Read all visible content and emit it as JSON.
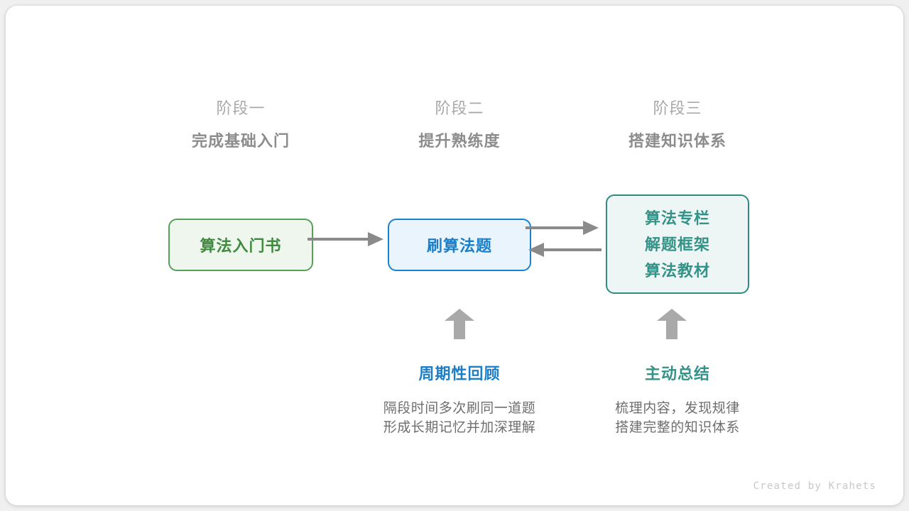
{
  "canvas": {
    "background": "#ffffff",
    "page_background": "#f0f0f0"
  },
  "stages": [
    {
      "number": "阶段一",
      "title": "完成基础入门"
    },
    {
      "number": "阶段二",
      "title": "提升熟练度"
    },
    {
      "number": "阶段三",
      "title": "搭建知识体系"
    }
  ],
  "boxes": {
    "green": {
      "label": "算法入门书",
      "border_color": "#57a057",
      "fill_color": "#eef6ee",
      "text_color": "#3f8a3f"
    },
    "blue": {
      "label": "刷算法题",
      "border_color": "#1a80d0",
      "fill_color": "#e9f4fc",
      "text_color": "#1a7ec8"
    },
    "teal": {
      "lines": [
        "算法专栏",
        "解题框架",
        "算法教材"
      ],
      "border_color": "#2e8b80",
      "fill_color": "#edf6f4",
      "text_color": "#339389"
    }
  },
  "arrows": {
    "color": "#8a8a8a",
    "items": [
      {
        "name": "green-to-blue",
        "direction": "right"
      },
      {
        "name": "blue-to-teal",
        "direction": "right"
      },
      {
        "name": "teal-to-blue",
        "direction": "left"
      },
      {
        "name": "review-up",
        "direction": "up"
      },
      {
        "name": "summary-up",
        "direction": "up"
      }
    ]
  },
  "notes": [
    {
      "title": "周期性回顾",
      "title_color": "#1a7ec8",
      "desc_line1": "隔段时间多次刷同一道题",
      "desc_line2": "形成长期记忆并加深理解"
    },
    {
      "title": "主动总结",
      "title_color": "#339389",
      "desc_line1": "梳理内容，发现规律",
      "desc_line2": "搭建完整的知识体系"
    }
  ],
  "watermark": "Created by Krahets"
}
